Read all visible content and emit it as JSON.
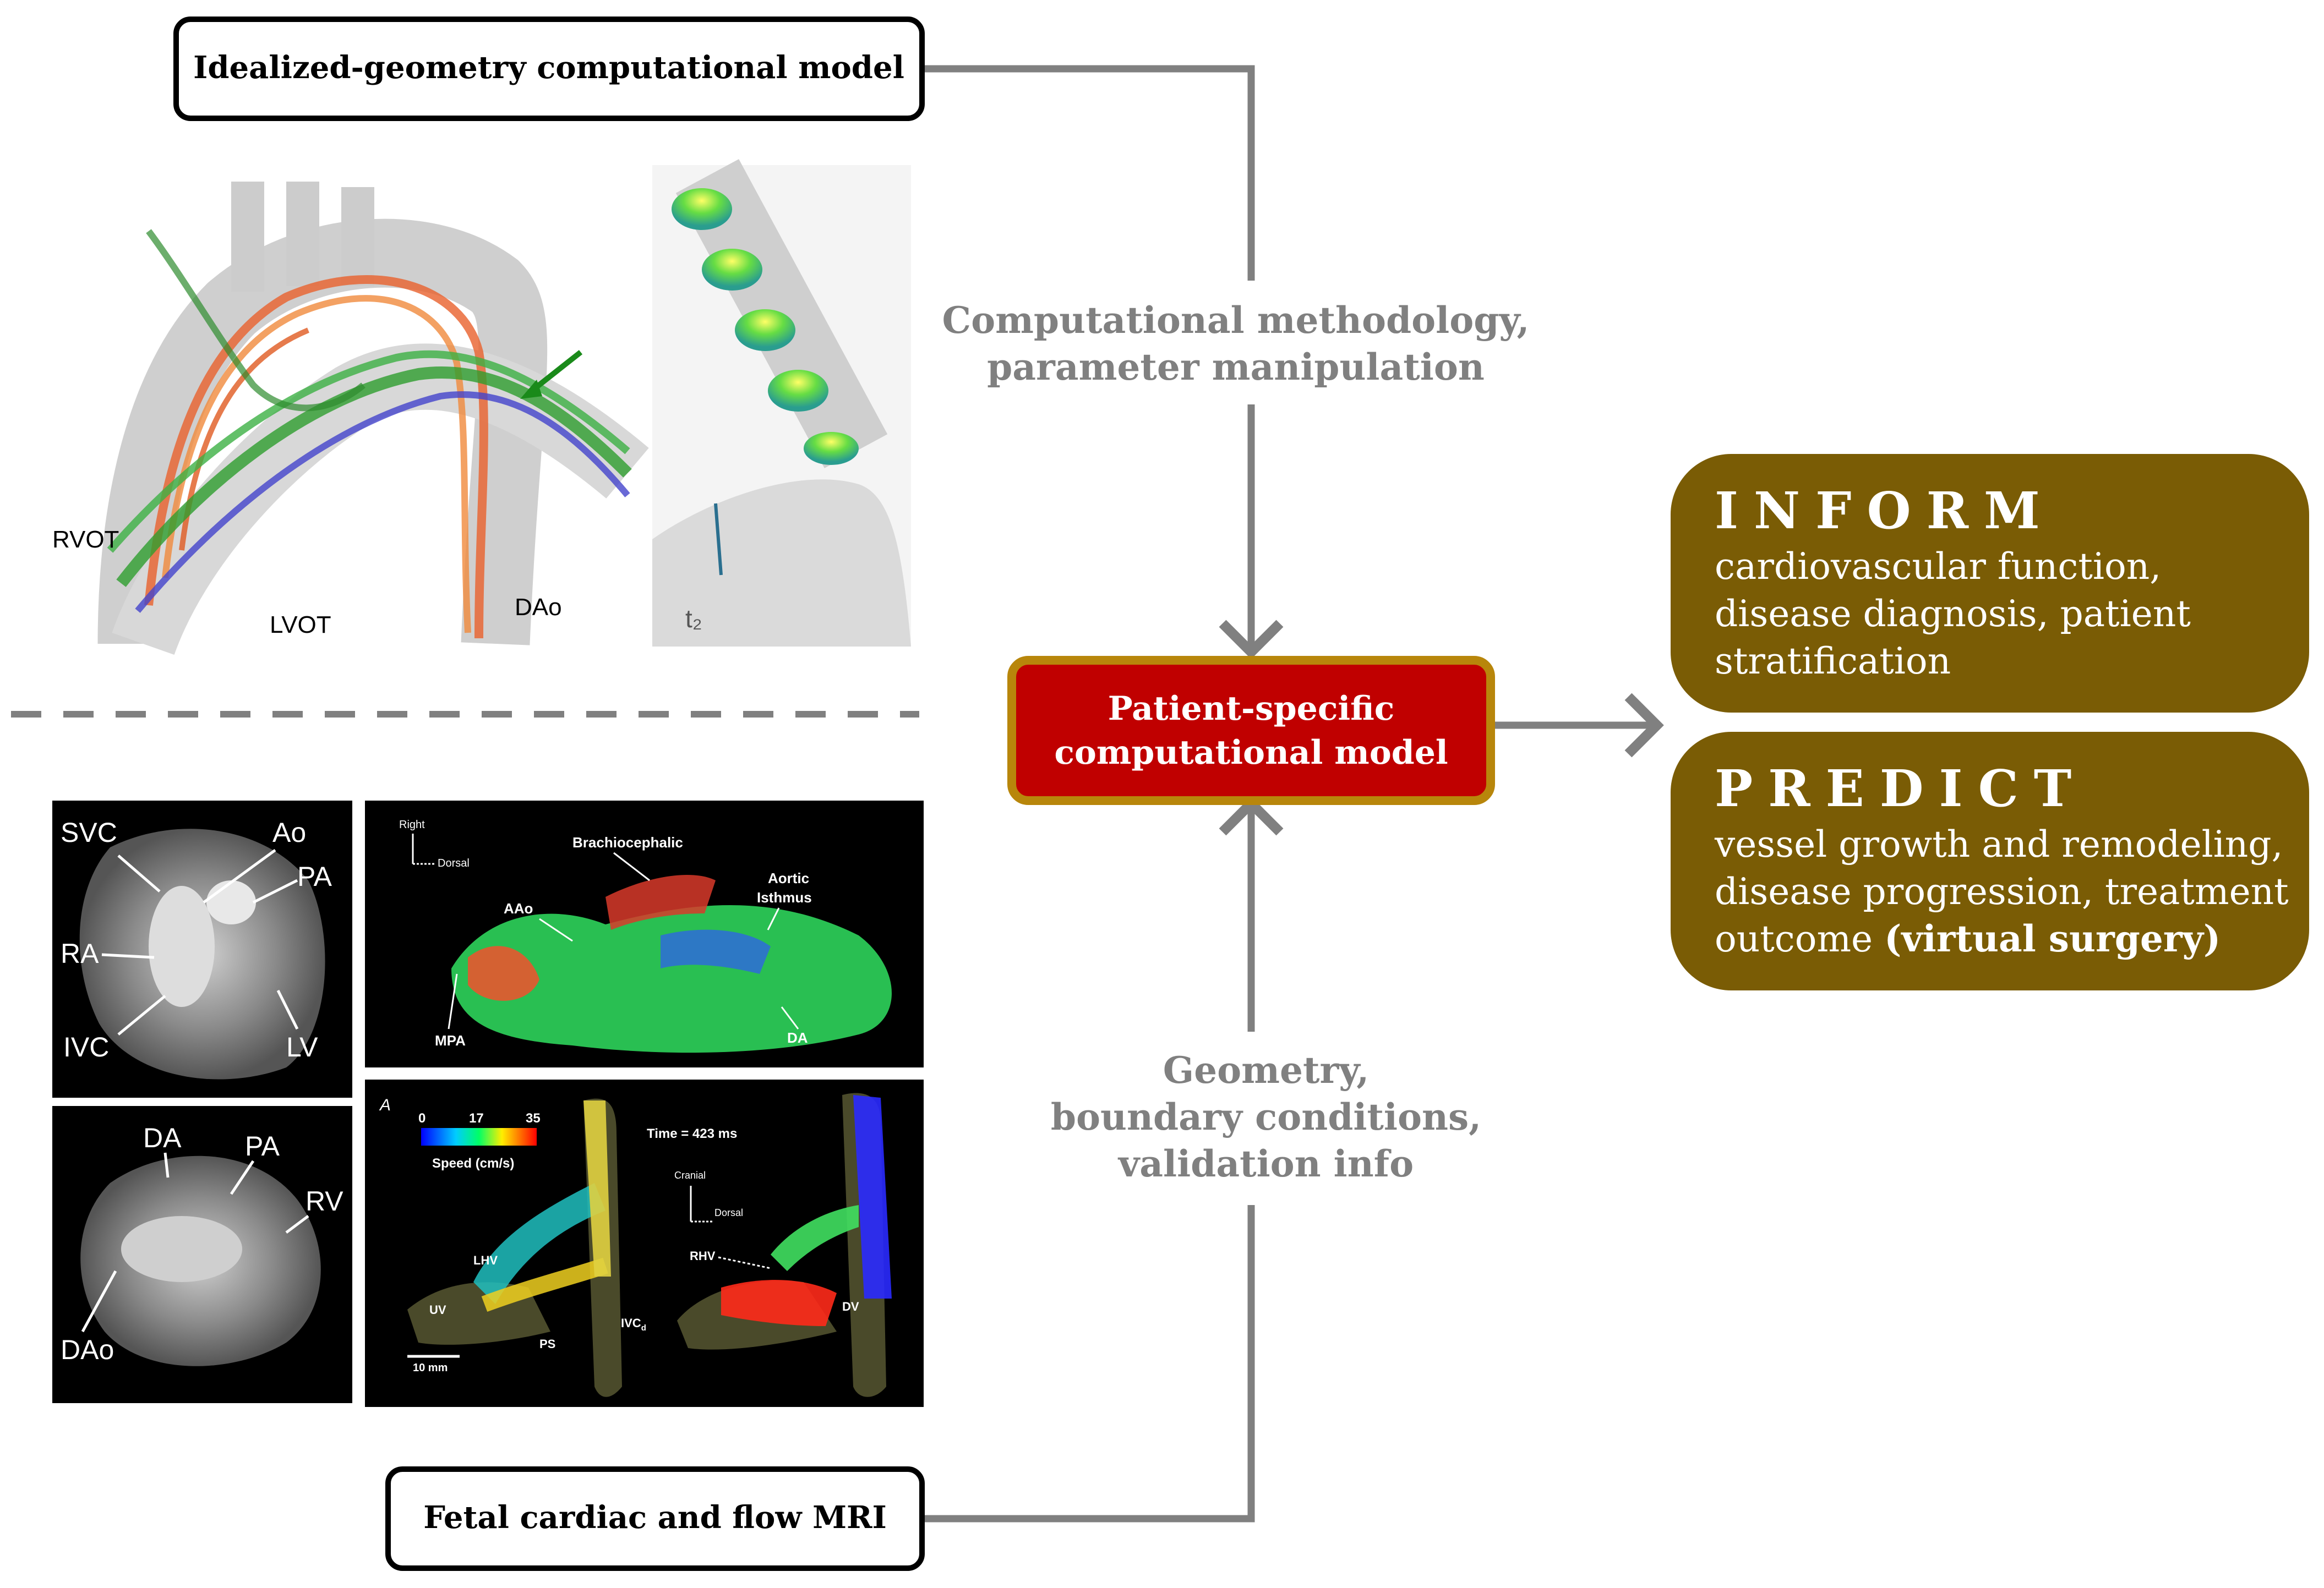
{
  "top_box": {
    "label": "Idealized-geometry computational model"
  },
  "bottom_box": {
    "label": "Fetal cardiac and flow MRI"
  },
  "center_box": {
    "line1": "Patient-specific",
    "line2": "computational model"
  },
  "top_flow": {
    "line1": "Computational methodology,",
    "line2": "parameter manipulation"
  },
  "bottom_flow": {
    "line1": "Geometry,",
    "line2": "boundary conditions,",
    "line3": "validation info"
  },
  "inform": {
    "title": "INFORM",
    "line1": "cardiovascular function,",
    "line2": "disease diagnosis, patient",
    "line3": "stratification"
  },
  "predict": {
    "title": "PREDICT",
    "line1": "vessel growth and remodeling,",
    "line2": "disease progression, treatment",
    "line3_a": "outcome ",
    "line3_b": "(virtual surgery)"
  },
  "aortic_figure": {
    "rvot": "RVOT",
    "lvot": "LVOT",
    "dao": "DAo"
  },
  "branch_figure": {
    "t2": "t₂"
  },
  "mri_slice_1": {
    "svc": "SVC",
    "ao": "Ao",
    "pa": "PA",
    "ra": "RA",
    "ivc": "IVC",
    "lv": "LV"
  },
  "mri_slice_2": {
    "da": "DA",
    "pa": "PA",
    "rv": "RV",
    "dao": "DAo"
  },
  "flow_figure_1": {
    "right": "Right",
    "dorsal": "Dorsal",
    "brachiocephalic": "Brachiocephalic",
    "aortic": "Aortic",
    "isthmus": "Isthmus",
    "aao": "AAo",
    "mpa": "MPA",
    "da": "DA"
  },
  "flow_figure_2": {
    "panel": "A",
    "tick0": "0",
    "tick1": "17",
    "tick2": "35",
    "speed": "Speed (cm/s)",
    "time": "Time = 423 ms",
    "cranial": "Cranial",
    "dorsal": "Dorsal",
    "lhv": "LHV",
    "uv": "UV",
    "ps": "PS",
    "ivcd": "IVC",
    "ivcd_sub": "d",
    "rhv": "RHV",
    "dv": "DV",
    "scale": "10 mm"
  },
  "colors": {
    "arrow": "#808080",
    "center_fill": "#c00000",
    "center_border": "#b8860b",
    "outcome_fill": "#7a5c05",
    "dashed": "#808080"
  }
}
